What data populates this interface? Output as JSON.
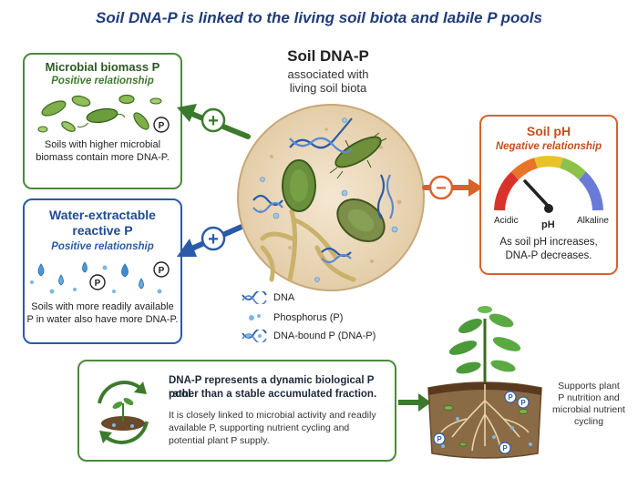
{
  "title": "Soil DNA-P is linked to the living soil biota and labile P pools",
  "center": {
    "title": "Soil DNA-P",
    "subtitle_line1": "associated with",
    "subtitle_line2": "living soil biota"
  },
  "microbial": {
    "title": "Microbial biomass P",
    "relation": "Positive relationship",
    "text_line1": "Soils with higher microbial",
    "text_line2": "biomass contain more DNA-P.",
    "p_label": "P",
    "sign": "+"
  },
  "water": {
    "title_line1": "Water-extractable",
    "title_line2": "reactive P",
    "relation": "Positive relationship",
    "text_line1": "Soils with more readily available",
    "text_line2": "P in water also have more DNA-P.",
    "p_label": "P",
    "sign": "+"
  },
  "ph": {
    "title": "Soil pH",
    "relation": "Negative relationship",
    "acidic": "Acidic",
    "ph_label": "pH",
    "alkaline": "Alkaline",
    "text_line1": "As soil pH increases,",
    "text_line2": "DNA-P decreases.",
    "sign": "−"
  },
  "legend": {
    "dna": "DNA",
    "phosphorus": "Phosphorus (P)",
    "dna_bound": "DNA-bound P (DNA-P)"
  },
  "bottom": {
    "bold_line1": "DNA-P represents a dynamic biological P pool",
    "bold_line2": "rather than a stable accumulated fraction.",
    "text_line1": "It is closely linked to microbial activity and readily",
    "text_line2": "available P, supporting nutrient cycling and",
    "text_line3": "potential plant P supply."
  },
  "supports": {
    "line1": "Supports plant",
    "line2": "P nutrition and",
    "line3": "microbial nutrient",
    "line4": "cycling"
  },
  "plant_p_label": "P",
  "colors": {
    "title": "#1f3c7a",
    "green": "#4a8a3a",
    "blue": "#2a5aa8",
    "orange": "#d9622a"
  }
}
